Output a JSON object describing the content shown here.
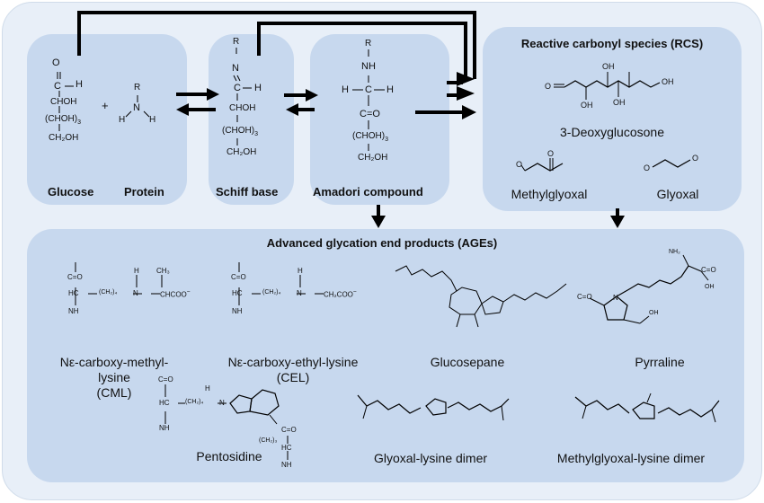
{
  "labels": {
    "glucose": "Glucose",
    "protein": "Protein",
    "schiff_base": "Schiff base",
    "amadori": "Amadori compound",
    "rcs_title": "Reactive carbonyl species (RCS)",
    "deoxyglucosone": "3-Deoxyglucosone",
    "methylglyoxal": "Methylglyoxal",
    "glyoxal": "Glyoxal",
    "ages_title": "Advanced glycation end products (AGEs)",
    "cml_1": "Nε-carboxy-methyl-",
    "cml_2": "lysine",
    "cml_3": "(CML)",
    "cel_1": "Nε-carboxy-ethyl-lysine",
    "cel_2": "(CEL)",
    "glucosepane": "Glucosepane",
    "pyrraline": "Pyrraline",
    "pentosidine": "Pentosidine",
    "glyoxal_lysine": "Glyoxal-lysine dimer",
    "methylglyoxal_lysine": "Methylglyoxal-lysine dimer"
  },
  "structures": {
    "glucose": {
      "o": "O",
      "h": "H",
      "c": "C",
      "chohtop": "CHOH",
      "chohmid": "(CHOH)",
      "chohmid_sub": "3",
      "ch2oh": "CH₂OH"
    },
    "plus": "+",
    "protein": {
      "r": "R",
      "n": "N",
      "h1": "H",
      "h2": "H"
    },
    "schiff": {
      "r": "R",
      "n": "N",
      "c": "C",
      "h": "H",
      "choh": "CHOH",
      "chohmid": "(CHOH)",
      "chohmid_sub": "3",
      "ch2oh": "CH₂OH"
    },
    "amadori": {
      "r": "R",
      "nh": "NH",
      "h1": "H",
      "c": "C",
      "h2": "H",
      "co": "C=O",
      "chohmid": "(CHOH)",
      "chohmid_sub": "3",
      "ch2oh": "CH₂OH"
    },
    "dg": {
      "o": "O",
      "oh1": "OH",
      "oh2": "OH",
      "oh3": "OH",
      "oh4": "OH"
    },
    "mgo": {
      "o1": "O",
      "o2": "O"
    },
    "go": {
      "o1": "O",
      "o2": "O"
    },
    "cml": {
      "co": "C=O",
      "hc": "HC",
      "nh": "NH",
      "ch2": "(CH₂)₄",
      "h": "H",
      "n": "N",
      "ch3": "CH₃",
      "chcoo": "CHCOO",
      "minus": "−"
    },
    "cel": {
      "co": "C=O",
      "hc": "HC",
      "nh": "NH",
      "ch2": "(CH₂)₄",
      "h": "H",
      "n": "N",
      "ch2coo": "CH₂COO",
      "minus": "−"
    },
    "pyr": {
      "nh2": "NH₂",
      "co": "C=O",
      "oh": "OH",
      "c": "C",
      "o": "O",
      "n": "N",
      "oh2": "OH"
    },
    "pento": {
      "co": "C=O",
      "hc": "HC",
      "nh": "NH",
      "ch2": "(CH₂)₄",
      "h": "H",
      "n": "N",
      "co2": "C=O",
      "ch2b": "(CH₂)₃",
      "hc2": "HC",
      "nh2": "NH"
    }
  }
}
